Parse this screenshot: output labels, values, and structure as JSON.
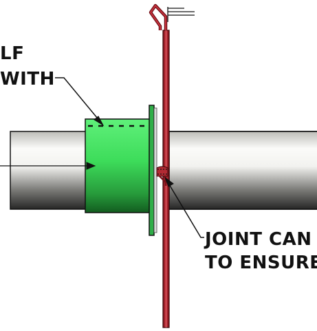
{
  "callouts": {
    "top_left_line1": "LF",
    "top_left_line2": "WITH",
    "bottom_right_line1": "JOINT CAN",
    "bottom_right_line2": "TO ENSURE"
  },
  "colors": {
    "sleeve": "#3fdd5c",
    "sleeve_dark": "#1d7a2e",
    "wall": "#a8202a",
    "pipe_light": "#f7f7f4",
    "pipe_dark": "#2a2a2a",
    "ink": "#111111"
  }
}
